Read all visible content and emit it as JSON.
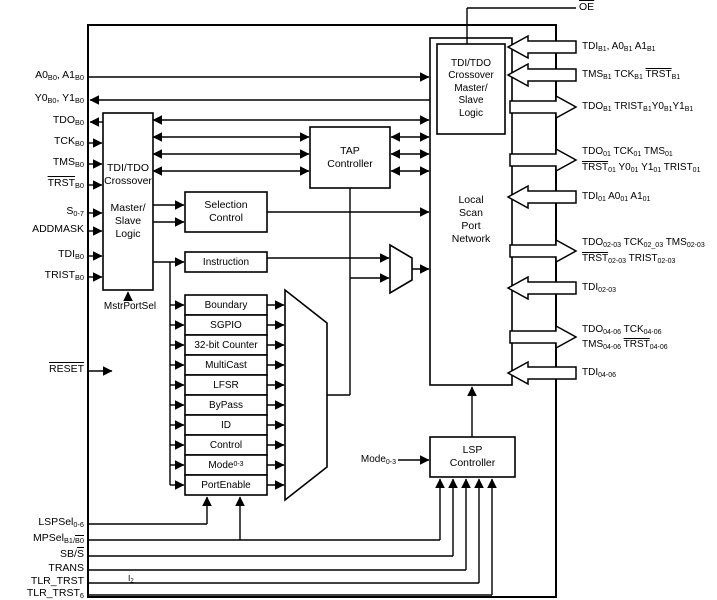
{
  "chip": {
    "top_pin": "{OE}",
    "left_pins": [
      "A0~B0~, A1~B0~",
      "Y0~B0~, Y1~B0~",
      "TDO~B0~",
      "TCK~B0~",
      "TMS~B0~",
      "{TRST}~B0~",
      "S~0-7~",
      "ADDMASK",
      "TDI~B0~",
      "TRIST~B0~",
      "{RESET}",
      "LSPSel~0-6~",
      "MPSel~B1/{B0}~",
      "SB/{S}",
      "TRANS",
      "TLR_TRST",
      "TLR_TRST~6~"
    ],
    "footnote": "I~2~",
    "right_pins": [
      "TDI~B1~, A0~B1~ A1~B1~",
      "TMS~B1~ TCK~B1~ {TRST}~B1~",
      "TDO~B1~ TRIST~B1~Y0~B1~Y1~B1~",
      "TDO~01~ TCK~01~ TMS~01~",
      "{TRST}~01~ Y0~01~ Y1~01~ TRIST~01~",
      "TDI~01~ A0~01~ A1~01~",
      "TDO~02-03~ TCK~02_03~ TMS~02-03~",
      "{TRST}~02-03~ TRIST~02-03~",
      "TDI~02-03~",
      "TDO~04-06~ TCK~04-06~",
      "TMS~04-06~ {TRST}~04-06~",
      "TDI~04-06~"
    ]
  },
  "blocks": {
    "crossover_b0": [
      "TDI/TDO",
      "Crossover",
      "Master/",
      "Slave",
      "Logic"
    ],
    "tap": [
      "TAP",
      "Controller"
    ],
    "selection": [
      "Selection",
      "Control"
    ],
    "instruction": "Instruction",
    "registers": [
      "Boundary",
      "SGPIO",
      "32-bit Counter",
      "MultiCast",
      "LFSR",
      "ByPass",
      "ID",
      "Control",
      "Mode~0-3~",
      "PortEnable"
    ],
    "crossover_b1": [
      "TDI/TDO",
      "Crossover",
      "Master/",
      "Slave",
      "Logic"
    ],
    "lspn": [
      "Local",
      "Scan",
      "Port",
      "Network"
    ],
    "lspc": [
      "LSP",
      "Controller"
    ],
    "mstrportsel": "MstrPortSel",
    "mode_label": "Mode~0-3~"
  }
}
